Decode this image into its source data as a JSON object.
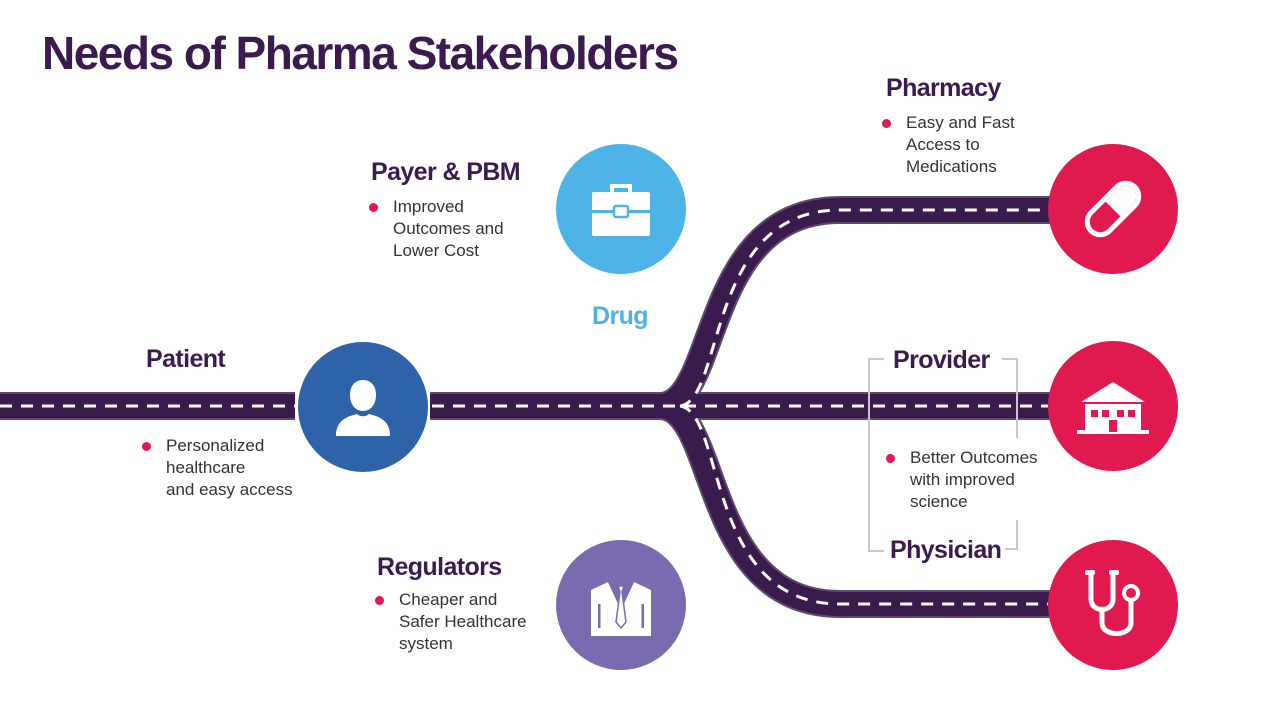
{
  "title": "Needs of Pharma Stakeholders",
  "center_label": "Drug",
  "colors": {
    "title": "#3b1a4e",
    "road": "#3b1a4e",
    "patient": "#2f63a9",
    "payer": "#4db3e6",
    "regulators": "#7a6aae",
    "pharmacy": "#e0194f",
    "bullet": "#e0194f",
    "drug": "#4db3e6"
  },
  "stakeholders": {
    "patient": {
      "label": "Patient",
      "need": "Personalized healthcare and easy access",
      "need_lines": [
        "Personalized",
        "healthcare",
        "and easy access"
      ],
      "icon": "person-icon"
    },
    "payer": {
      "label": "Payer & PBM",
      "need": "Improved Outcomes and Lower Cost",
      "need_lines": [
        "Improved",
        "Outcomes and",
        "Lower Cost"
      ],
      "icon": "briefcase-icon"
    },
    "regulators": {
      "label": "Regulators",
      "need": "Cheaper and Safer Healthcare system",
      "need_lines": [
        "Cheaper and",
        "Safer Healthcare",
        "system"
      ],
      "icon": "suit-tie-icon"
    },
    "pharmacy": {
      "label": "Pharmacy",
      "need": "Easy and Fast Access to Medications",
      "need_lines": [
        "Easy and Fast",
        "Access to",
        "Medications"
      ],
      "icon": "pill-icon"
    },
    "provider": {
      "label": "Provider",
      "icon": "hospital-icon"
    },
    "physician": {
      "label": "Physician",
      "icon": "stethoscope-icon"
    },
    "provider_physician_need": {
      "need": "Better Outcomes with improved science",
      "need_lines": [
        "Better Outcomes",
        "with improved",
        "science"
      ]
    }
  }
}
